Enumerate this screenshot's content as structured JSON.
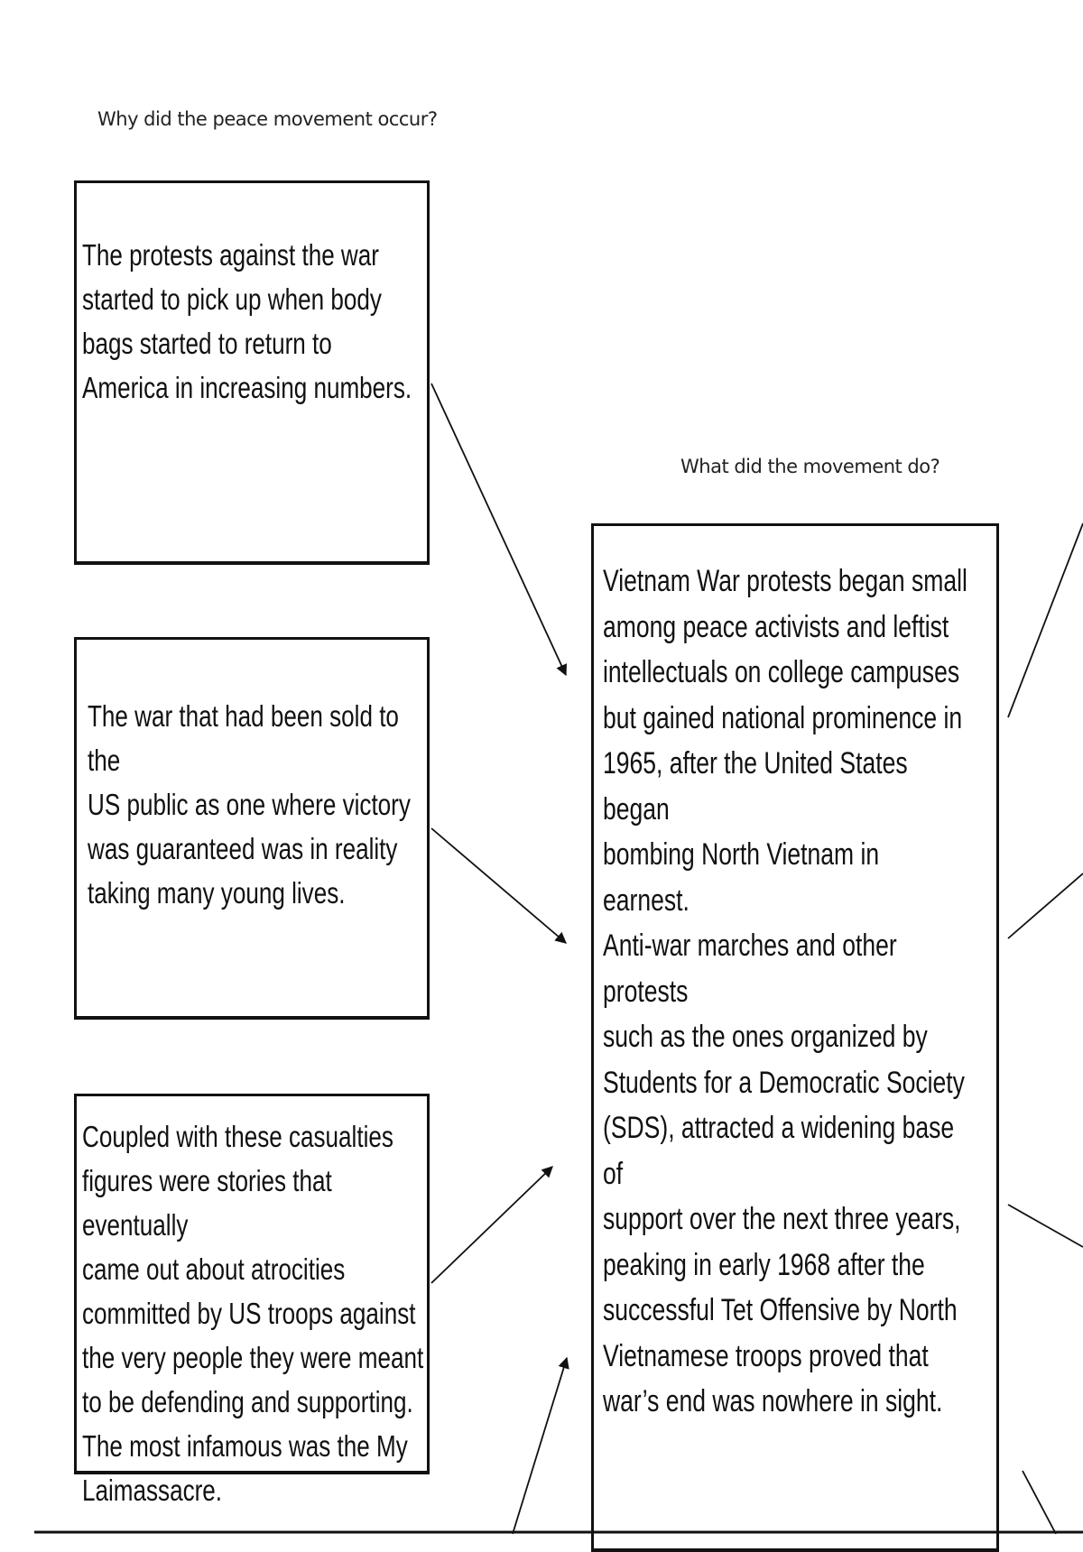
{
  "headings": {
    "why": "Why did the peace movement occur?",
    "what": "What did the movement do?"
  },
  "causes": [
    {
      "text": "The protests against the war\nstarted to pick up when body\nbags started to return to\nAmerica in increasing numbers."
    },
    {
      "text": "The war that had been sold to the\nUS public as one where victory\nwas guaranteed was in reality\ntaking many young lives."
    },
    {
      "text": "Coupled with these casualties\nfigures were stories that eventually\ncame out about atrocities\ncommitted by US troops against\nthe very people they were meant\nto be defending and supporting.\nThe most infamous was the My\nLaimassacre."
    }
  ],
  "main_box": {
    "text": "Vietnam War protests began small\namong peace activists and leftist\nintellectuals on college campuses\nbut gained national prominence in\n1965, after the United States began\nbombing North Vietnam in earnest.\nAnti-war marches and other protests\nsuch as the ones organized by\nStudents for a Democratic Society\n(SDS), attracted a widening base of\nsupport over the next three years,\npeaking in early 1968 after the\nsuccessful Tet Offensive by North\nVietnamese troops proved that\nwar’s end was nowhere in sight."
  },
  "colors": {
    "line": "#111111",
    "background": "#ffffff"
  }
}
